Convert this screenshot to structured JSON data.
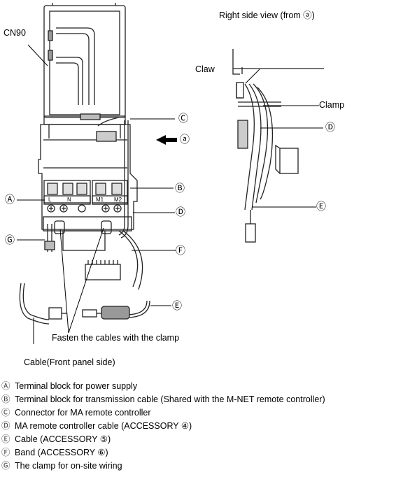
{
  "labels": {
    "right_side_title": "Right side view (from ⓐ)",
    "cn90": "CN90",
    "claw": "Claw",
    "clamp": "Clamp",
    "fasten": "Fasten the cables with the clamp",
    "cable_front": "Cable(Front panel side)",
    "view_marker": "ⓐ",
    "callout_a": "Ⓐ",
    "callout_b": "Ⓑ",
    "callout_c": "Ⓒ",
    "callout_d": "Ⓓ",
    "callout_e": "Ⓔ",
    "callout_f": "Ⓕ",
    "callout_g": "Ⓖ",
    "terminal_L": "L",
    "terminal_N": "N",
    "terminal_M1": "M1",
    "terminal_M2": "M2"
  },
  "legend": [
    {
      "key": "Ⓐ",
      "text": "Terminal block for power supply"
    },
    {
      "key": "Ⓑ",
      "text": "Terminal block for transmission cable (Shared with the M-NET remote controller)"
    },
    {
      "key": "Ⓒ",
      "text": "Connector for MA remote controller"
    },
    {
      "key": "Ⓓ",
      "text": "MA remote controller cable (ACCESSORY ④)"
    },
    {
      "key": "Ⓔ",
      "text": "Cable (ACCESSORY ⑤)"
    },
    {
      "key": "Ⓕ",
      "text": "Band (ACCESSORY ⑥)"
    },
    {
      "key": "Ⓖ",
      "text": "The clamp for on-site wiring"
    }
  ]
}
